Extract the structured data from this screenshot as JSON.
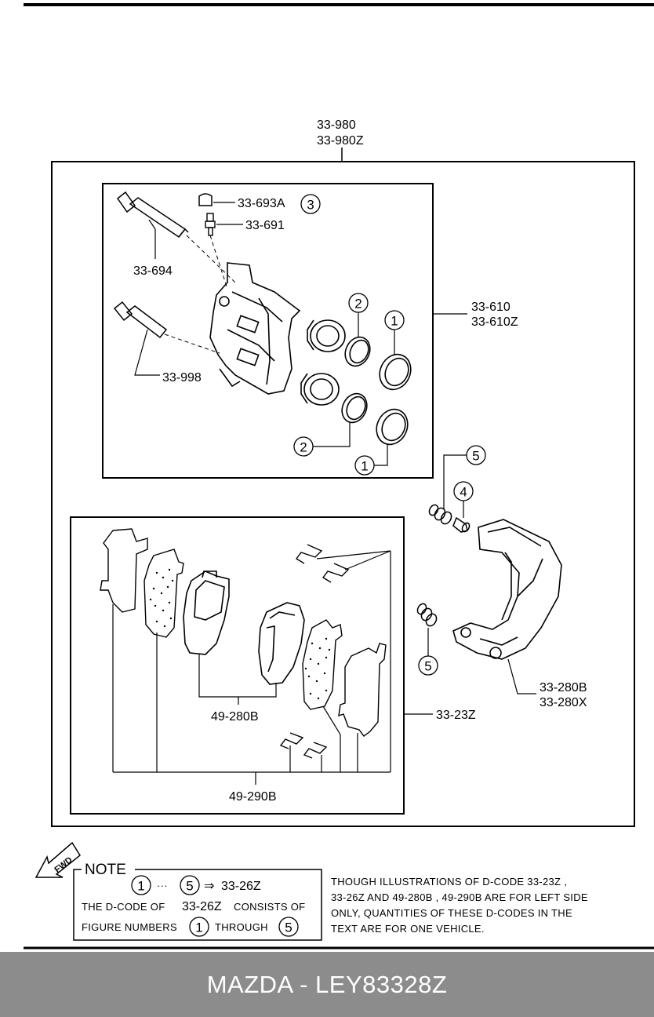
{
  "labels": {
    "caliper_assy_1": "33-980",
    "caliper_assy_2": "33-980Z",
    "bleeder_cap": "33-693A",
    "bleeder_screw": "33-691",
    "guide_pin_upper": "33-694",
    "guide_pin_lower": "33-998",
    "caliper_body_1": "33-610",
    "caliper_body_2": "33-610Z",
    "mounting_support_1": "33-280B",
    "mounting_support_2": "33-280X",
    "pad_set": "49-280B",
    "shim_set": "49-290B",
    "pad_kit": "33-23Z"
  },
  "callouts": {
    "c1": "1",
    "c2": "2",
    "c3": "3",
    "c4": "4",
    "c5": "5"
  },
  "note": {
    "fwd": "FWD",
    "title": "NOTE",
    "dots": "···",
    "arrow": "⇒",
    "code": "33-26Z",
    "line2a": "THE D-CODE OF",
    "line2b": "33-26Z",
    "line2c": "CONSISTS OF",
    "line3a": "FIGURE NUMBERS",
    "line3b": "THROUGH",
    "text1": "THOUGH  ILLUSTRATIONS  OF  D-CODE  33-23Z ,",
    "text2": "33-26Z  AND 49-280B ,  49-290B ARE  FOR  LEFT  SIDE",
    "text3": "ONLY, QUANTITIES  OF  THESE  D-CODES  IN  THE",
    "text4": "TEXT  ARE  FOR  ONE  VEHICLE."
  },
  "footer": {
    "title": "MAZDA - LEY83328Z"
  }
}
